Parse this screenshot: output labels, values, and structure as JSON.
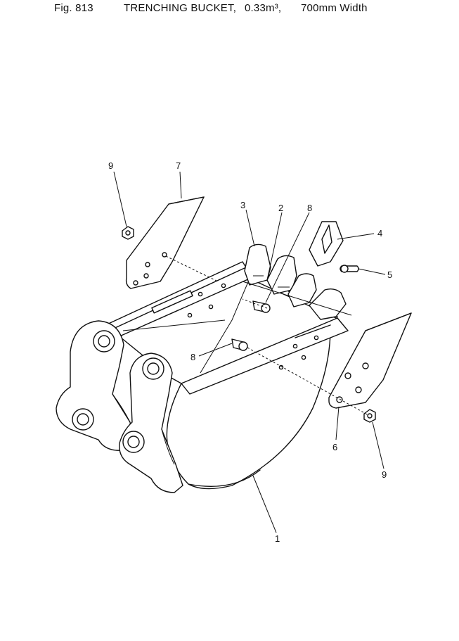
{
  "header": {
    "fig_label": "Fig. 813",
    "title": "TRENCHING BUCKET,",
    "capacity": "0.33m³,",
    "width": "700mm Width"
  },
  "callouts": [
    "9",
    "7",
    "3",
    "2",
    "8",
    "4",
    "5",
    "8",
    "6",
    "9",
    "1"
  ]
}
